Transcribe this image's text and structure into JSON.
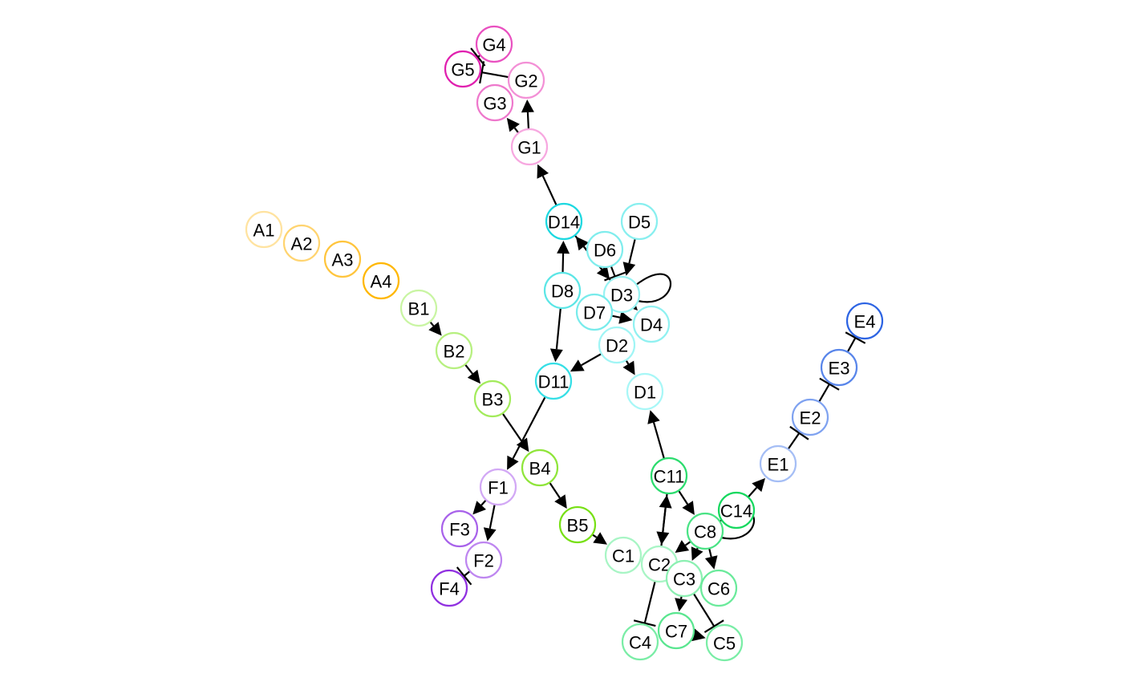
{
  "diagram": {
    "type": "network-graph",
    "nodes": [
      {
        "id": "A1",
        "label": "A1",
        "color": "#FFE3A0"
      },
      {
        "id": "A2",
        "label": "A2",
        "color": "#FFD470"
      },
      {
        "id": "A3",
        "label": "A3",
        "color": "#FFC53D"
      },
      {
        "id": "A4",
        "label": "A4",
        "color": "#FFB700"
      },
      {
        "id": "B1",
        "label": "B1",
        "color": "#C9F5A3"
      },
      {
        "id": "B2",
        "label": "B2",
        "color": "#B7F080"
      },
      {
        "id": "B3",
        "label": "B3",
        "color": "#A3EB5C"
      },
      {
        "id": "B4",
        "label": "B4",
        "color": "#8FE53A"
      },
      {
        "id": "B5",
        "label": "B5",
        "color": "#78E016"
      },
      {
        "id": "C1",
        "label": "C1",
        "color": "#A8F5C5"
      },
      {
        "id": "C2",
        "label": "C2",
        "color": "#A8F5C5"
      },
      {
        "id": "C3",
        "label": "C3",
        "color": "#8CF0B2"
      },
      {
        "id": "C4",
        "label": "C4",
        "color": "#7AEDA6"
      },
      {
        "id": "C5",
        "label": "C5",
        "color": "#7AEDA6"
      },
      {
        "id": "C6",
        "label": "C6",
        "color": "#6AEA9B"
      },
      {
        "id": "C7",
        "label": "C7",
        "color": "#5AE690"
      },
      {
        "id": "C8",
        "label": "C8",
        "color": "#4AE385"
      },
      {
        "id": "C11",
        "label": "C11",
        "color": "#2CDC6E"
      },
      {
        "id": "C14",
        "label": "C14",
        "color": "#16D85F"
      },
      {
        "id": "D1",
        "label": "D1",
        "color": "#A8F7F7"
      },
      {
        "id": "D2",
        "label": "D2",
        "color": "#A0F5F5"
      },
      {
        "id": "D3",
        "label": "D3",
        "color": "#98F3F3"
      },
      {
        "id": "D4",
        "label": "D4",
        "color": "#90F1F1"
      },
      {
        "id": "D5",
        "label": "D5",
        "color": "#88EFEF"
      },
      {
        "id": "D6",
        "label": "D6",
        "color": "#80EDED"
      },
      {
        "id": "D7",
        "label": "D7",
        "color": "#78EBEB"
      },
      {
        "id": "D8",
        "label": "D8",
        "color": "#5CE6E6"
      },
      {
        "id": "D11",
        "label": "D11",
        "color": "#36DFE6"
      },
      {
        "id": "D14",
        "label": "D14",
        "color": "#1CD8E0"
      },
      {
        "id": "E1",
        "label": "E1",
        "color": "#A5BEF5"
      },
      {
        "id": "E2",
        "label": "E2",
        "color": "#7FA2F0"
      },
      {
        "id": "E3",
        "label": "E3",
        "color": "#5885EA"
      },
      {
        "id": "E4",
        "label": "E4",
        "color": "#2D64E3"
      },
      {
        "id": "F1",
        "label": "F1",
        "color": "#D2A8F5"
      },
      {
        "id": "F2",
        "label": "F2",
        "color": "#BE86F0"
      },
      {
        "id": "F3",
        "label": "F3",
        "color": "#A862EA"
      },
      {
        "id": "F4",
        "label": "F4",
        "color": "#9030E0"
      },
      {
        "id": "G1",
        "label": "G1",
        "color": "#F7A8E0"
      },
      {
        "id": "G2",
        "label": "G2",
        "color": "#F390D6"
      },
      {
        "id": "G3",
        "label": "G3",
        "color": "#EE78CC"
      },
      {
        "id": "G4",
        "label": "G4",
        "color": "#E950C0"
      },
      {
        "id": "G5",
        "label": "G5",
        "color": "#E020AF"
      }
    ],
    "edges": [
      {
        "from": "B1",
        "to": "B2",
        "type": "arrow"
      },
      {
        "from": "B2",
        "to": "B3",
        "type": "arrow"
      },
      {
        "from": "B3",
        "to": "B4",
        "type": "arrow"
      },
      {
        "from": "B4",
        "to": "B5",
        "type": "arrow"
      },
      {
        "from": "B5",
        "to": "C1",
        "type": "arrow"
      },
      {
        "from": "D11",
        "to": "F1",
        "type": "arrow"
      },
      {
        "from": "F1",
        "to": "F3",
        "type": "arrow"
      },
      {
        "from": "F1",
        "to": "F2",
        "type": "arrow"
      },
      {
        "from": "F2",
        "to": "F4",
        "type": "inhibit"
      },
      {
        "from": "D14",
        "to": "G1",
        "type": "arrow"
      },
      {
        "from": "G1",
        "to": "G3",
        "type": "arrow"
      },
      {
        "from": "G1",
        "to": "G2",
        "type": "arrow"
      },
      {
        "from": "G2",
        "to": "G5",
        "type": "inhibit"
      },
      {
        "from": "G4",
        "to": "G5",
        "type": "inhibit"
      },
      {
        "from": "D8",
        "to": "D14",
        "type": "arrow"
      },
      {
        "from": "D8",
        "to": "D11",
        "type": "arrow"
      },
      {
        "from": "D2",
        "to": "D11",
        "type": "arrow"
      },
      {
        "from": "D2",
        "to": "D1",
        "type": "arrow"
      },
      {
        "from": "D14",
        "to": "D3",
        "type": "arrow"
      },
      {
        "from": "D3",
        "to": "D14",
        "type": "arrow"
      },
      {
        "from": "D5",
        "to": "D3",
        "type": "arrow"
      },
      {
        "from": "D6",
        "to": "D3",
        "type": "inhibit"
      },
      {
        "from": "D3",
        "to": "D4",
        "type": "arrow"
      },
      {
        "from": "D7",
        "to": "D4",
        "type": "arrow"
      },
      {
        "from": "C11",
        "to": "D1",
        "type": "arrow"
      },
      {
        "from": "C11",
        "to": "C2",
        "type": "arrow"
      },
      {
        "from": "C2",
        "to": "C11",
        "type": "arrow"
      },
      {
        "from": "C11",
        "to": "C8",
        "type": "arrow"
      },
      {
        "from": "C8",
        "to": "C2",
        "type": "arrow"
      },
      {
        "from": "C8",
        "to": "C6",
        "type": "arrow"
      },
      {
        "from": "C8",
        "to": "C3",
        "type": "arrow"
      },
      {
        "from": "C3",
        "to": "C7",
        "type": "arrow"
      },
      {
        "from": "C3",
        "to": "C5",
        "type": "inhibit"
      },
      {
        "from": "C2",
        "to": "C4",
        "type": "inhibit"
      },
      {
        "from": "C7",
        "to": "C5",
        "type": "arrow"
      },
      {
        "from": "C14",
        "to": "E1",
        "type": "arrow"
      },
      {
        "from": "E1",
        "to": "E2",
        "type": "inhibit"
      },
      {
        "from": "E2",
        "to": "E3",
        "type": "inhibit"
      },
      {
        "from": "E3",
        "to": "E4",
        "type": "inhibit"
      }
    ]
  }
}
